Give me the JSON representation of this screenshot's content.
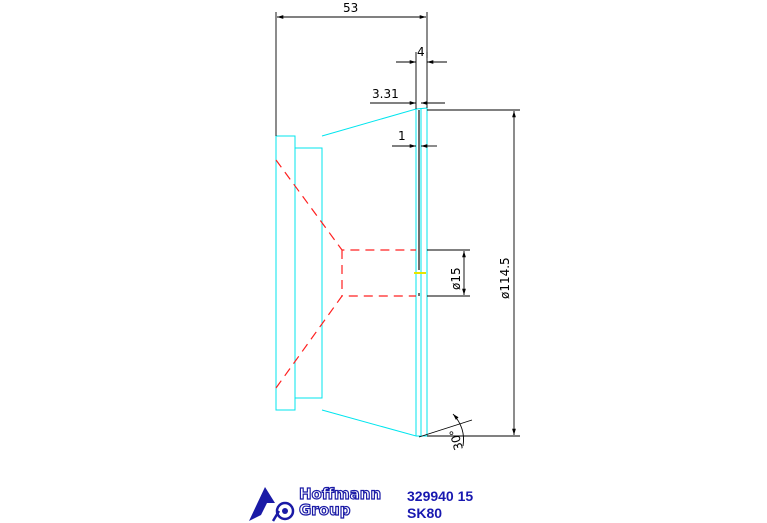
{
  "drawing": {
    "dimensions": {
      "overall_length": "53",
      "thickness": "4",
      "rim_width": "3.31",
      "step": "1",
      "bore_diameter": "ø15",
      "outer_diameter": "ø114.5",
      "bevel_angle": "30°"
    }
  },
  "footer": {
    "logo_line1": "Hoffmann",
    "logo_line2": "Group",
    "part_number": "329940 15",
    "model": "SK80"
  },
  "colors": {
    "body_outline": "#00e5ee",
    "hidden_lines": "#ff2020",
    "dimension_lines": "#000000",
    "brand": "#1a1aa6"
  }
}
